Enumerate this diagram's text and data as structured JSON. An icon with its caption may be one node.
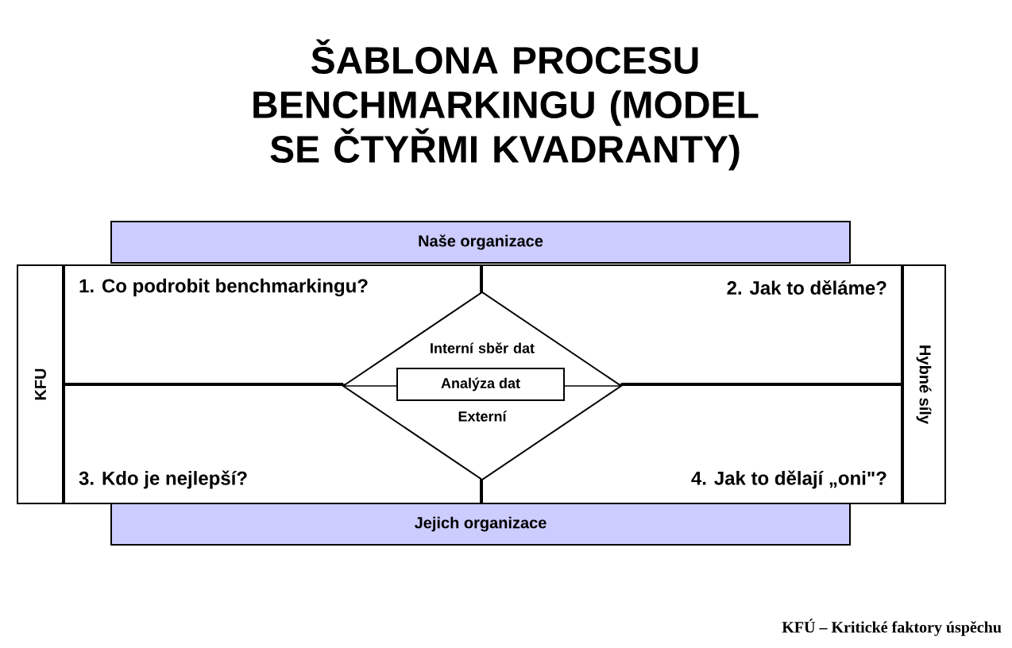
{
  "diagram": {
    "title": "ŠABLONA PROCESU BENCHMARKINGU (MODEL SE ČTYŘMI KVADRANTY)",
    "nodes": [
      {
        "text": [
          "Naše organizace"
        ]
      },
      {
        "text": [
          "KFU"
        ]
      },
      {
        "text": [
          "Hybné síly"
        ]
      },
      {
        "text": [
          "Interní sběr dat",
          "Externí"
        ]
      },
      {
        "text": [
          "Analýza dat"
        ],
        "in": 3
      },
      {
        "text": [
          "Jejich organizace"
        ]
      }
    ],
    "labels": [
      "1. Co podrobit benchmarkingu?",
      "2. Jak to děláme?",
      "3. Kdo je nejlepší?",
      "4. Jak to dělají „oni\"?",
      "KFÚ – Kritické faktory úspěchu"
    ]
  }
}
